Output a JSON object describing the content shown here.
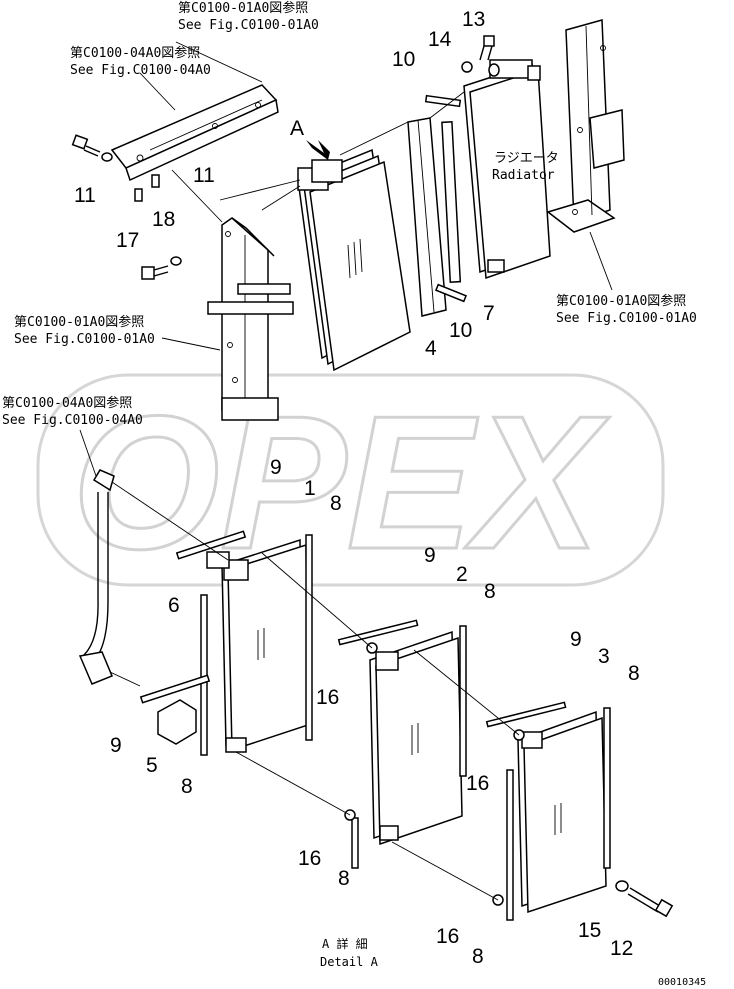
{
  "watermark": "OPEX",
  "references": {
    "top_fig_010_jp": "第C0100-01A0図参照",
    "top_fig_010_en": "See Fig.C0100-01A0",
    "top_fig_040_jp": "第C0100-04A0図参照",
    "top_fig_040_en": "See Fig.C0100-04A0",
    "mid_fig_010_jp": "第C0100-01A0図参照",
    "mid_fig_010_en": "See Fig.C0100-01A0",
    "right_fig_010_jp": "第C0100-01A0図参照",
    "right_fig_010_en": "See Fig.C0100-01A0",
    "left_fig_040_jp": "第C0100-04A0図参照",
    "left_fig_040_en": "See Fig.C0100-04A0"
  },
  "radiator_label_jp": "ラジエータ",
  "radiator_label_en": "Radiator",
  "view_marker": "A",
  "detail_jp": "A 詳 細",
  "detail_en": "Detail A",
  "drawing_code": "00010345",
  "callouts": {
    "c13": "13",
    "c14": "14",
    "c10a": "10",
    "c11a": "11",
    "c11b": "11",
    "c18": "18",
    "c17": "17",
    "c7": "7",
    "c10b": "10",
    "c4": "4",
    "c9a": "9",
    "c1": "1",
    "c8a": "8",
    "c6": "6",
    "c9b": "9",
    "c2": "2",
    "c8b": "8",
    "c9c": "9",
    "c3": "3",
    "c8c": "8",
    "c16a": "16",
    "c9d": "9",
    "c5": "5",
    "c8d": "8",
    "c16b": "16",
    "c16c": "16",
    "c8e": "8",
    "c15": "15",
    "c16d": "16",
    "c8f": "8",
    "c12": "12"
  }
}
